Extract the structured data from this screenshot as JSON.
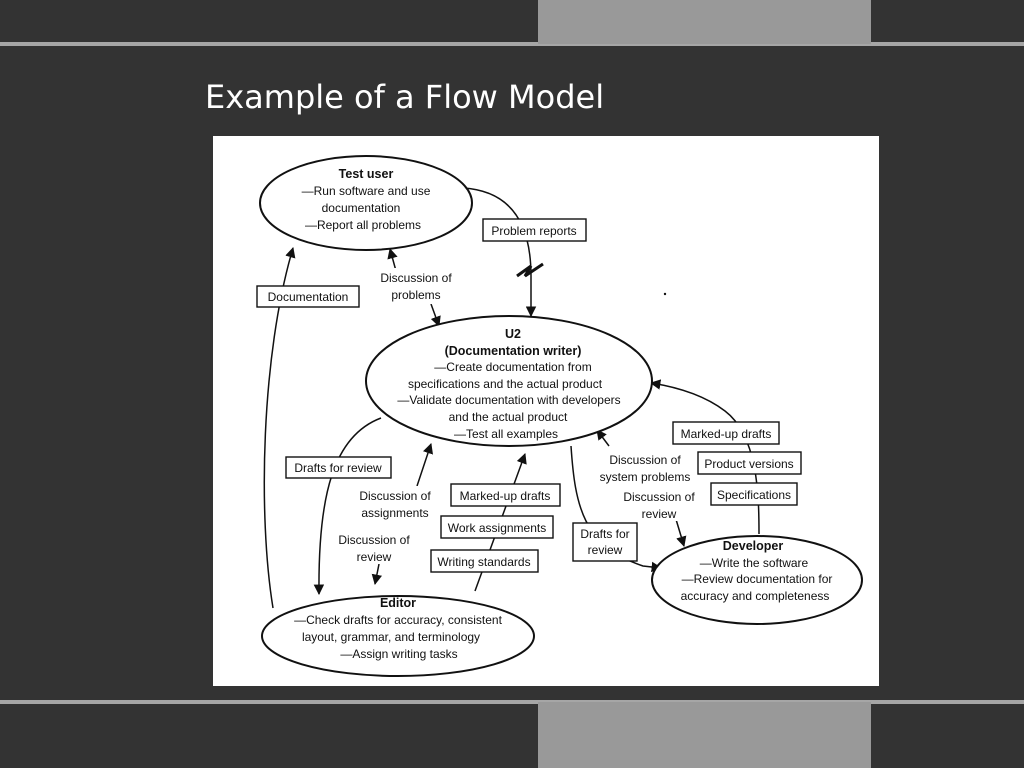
{
  "slide": {
    "title": "Example of a Flow Model",
    "colors": {
      "background": "#333333",
      "accent_bar": "#999999",
      "rule": "#a6a6a6"
    }
  },
  "diagram": {
    "nodes": {
      "test_user": {
        "title": "Test user",
        "lines": [
          "—Run software and use",
          "documentation",
          "—Report all problems"
        ]
      },
      "u2": {
        "title_lines": [
          "U2",
          "(Documentation writer)"
        ],
        "lines": [
          "—Create documentation from",
          "specifications and the actual product",
          "—Validate documentation with developers",
          "and the actual product",
          "—Test all examples"
        ]
      },
      "editor": {
        "title": "Editor",
        "lines": [
          "—Check drafts for accuracy, consistent",
          "layout, grammar, and terminology",
          "—Assign writing tasks"
        ]
      },
      "developer": {
        "title": "Developer",
        "lines": [
          "—Write the software",
          "—Review documentation for",
          "accuracy and completeness"
        ]
      }
    },
    "box_labels": {
      "problem_reports": "Problem reports",
      "documentation": "Documentation",
      "drafts_for_review_left": "Drafts for review",
      "marked_up_drafts_center": "Marked-up drafts",
      "work_assignments": "Work assignments",
      "writing_standards": "Writing standards",
      "drafts_for_review_right": [
        "Drafts for",
        "review"
      ],
      "marked_up_drafts_right": "Marked-up drafts",
      "product_versions": "Product versions",
      "specifications": "Specifications"
    },
    "text_labels": {
      "discussion_of_problems": [
        "Discussion of",
        "problems"
      ],
      "discussion_of_assignments": [
        "Discussion of",
        "assignments"
      ],
      "discussion_of_review_left": [
        "Discussion of",
        "review"
      ],
      "discussion_of_system_problems": [
        "Discussion of",
        "system problems"
      ],
      "discussion_of_review_right": [
        "Discussion of",
        "review"
      ]
    }
  }
}
